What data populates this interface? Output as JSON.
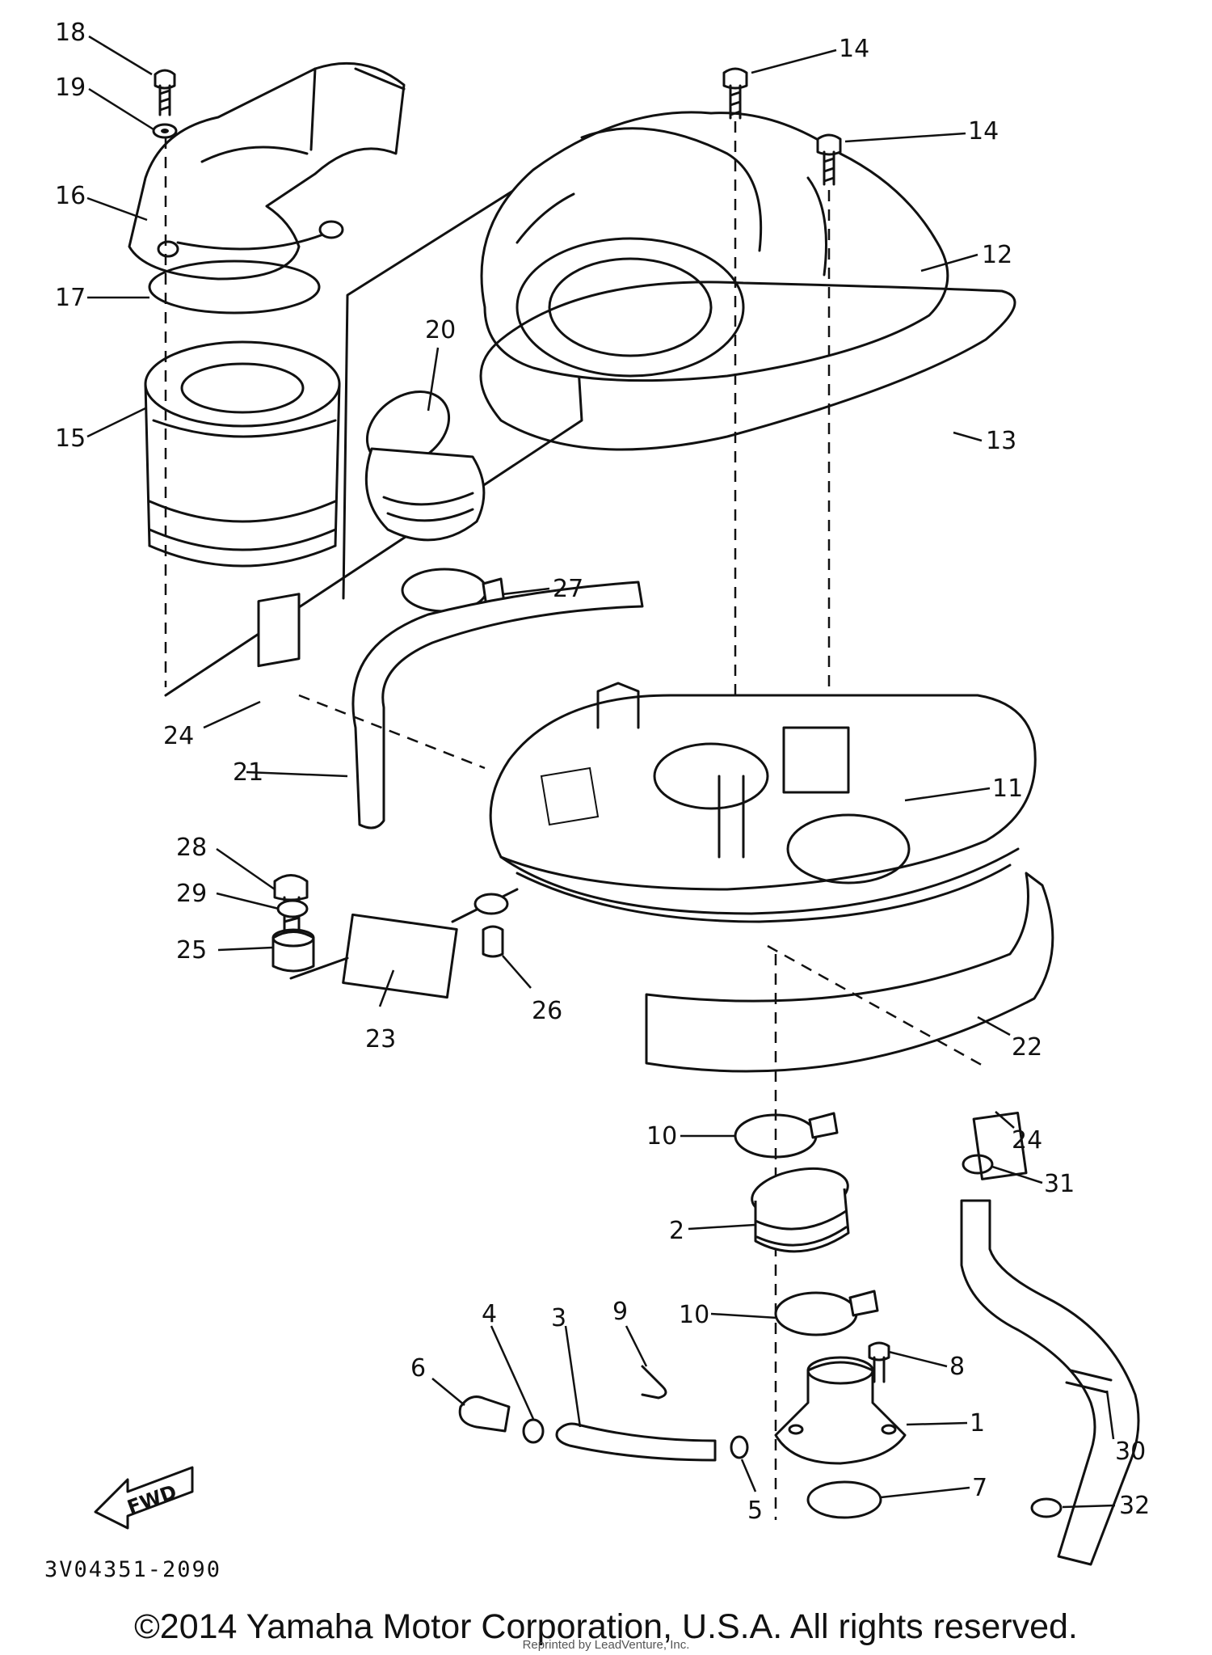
{
  "diagram_code": "3V04351-2090",
  "fwd_label": "FWD",
  "copyright": "©2014 Yamaha Motor Corporation, U.S.A. All rights reserved.",
  "watermark": "Reprinted by LeadVenture, Inc.",
  "callouts": {
    "c18": "18",
    "c19": "19",
    "c16": "16",
    "c17": "17",
    "c15": "15",
    "c20": "20",
    "c14a": "14",
    "c14b": "14",
    "c12": "12",
    "c13": "13",
    "c27": "27",
    "c24a": "24",
    "c21": "21",
    "c11": "11",
    "c28": "28",
    "c29": "29",
    "c25": "25",
    "c23": "23",
    "c26": "26",
    "c22": "22",
    "c24b": "24",
    "c10a": "10",
    "c31": "31",
    "c2": "2",
    "c10b": "10",
    "c4": "4",
    "c3": "3",
    "c9": "9",
    "c6": "6",
    "c8": "8",
    "c1": "1",
    "c30": "30",
    "c7": "7",
    "c5": "5",
    "c32": "32"
  }
}
